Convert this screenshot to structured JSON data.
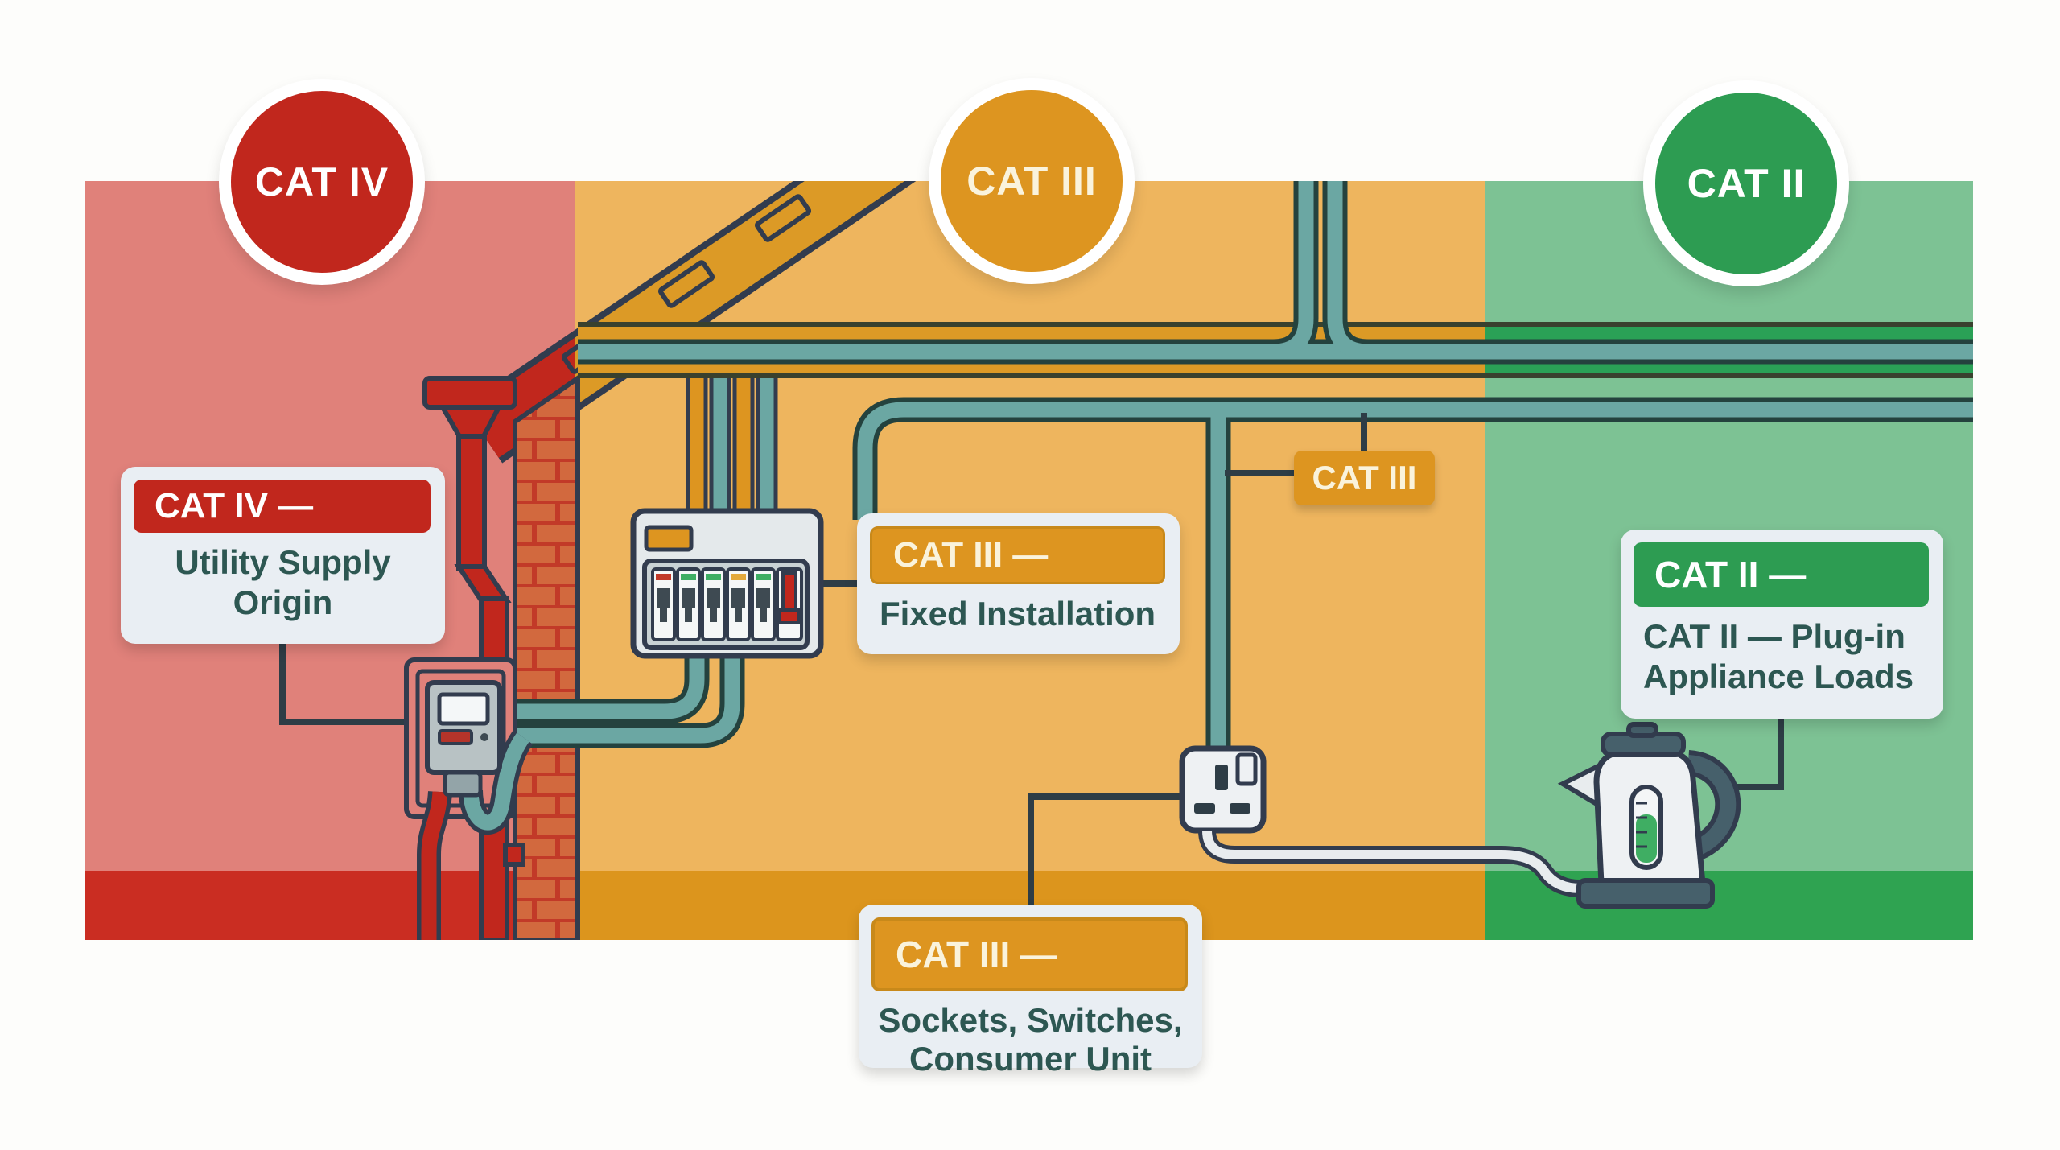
{
  "title": "Electrical measurement category zones (CAT IV / CAT III / CAT II) house diagram",
  "badges": [
    {
      "id": "cat4",
      "label": "CAT IV"
    },
    {
      "id": "cat3",
      "label": "CAT III"
    },
    {
      "id": "cat2",
      "label": "CAT II"
    }
  ],
  "cards": {
    "cat4": {
      "header": "CAT IV —",
      "line1": "Utility Supply",
      "line2": "Origin"
    },
    "cat3": {
      "header": "CAT III —",
      "line1": "Fixed Installation"
    },
    "cat2": {
      "header": "CAT II —",
      "line1": "CAT II — Plug-in",
      "line2": "Appliance Loads"
    },
    "cat3b": {
      "header": "CAT III —",
      "line1": "Sockets, Switches,",
      "line2": "Consumer Unit"
    }
  },
  "tag": {
    "label": "CAT III"
  },
  "illustrations": [
    "cat4-badge",
    "cat3-badge",
    "cat2-badge",
    "roof",
    "brick-wall",
    "gutter-downpipe",
    "electric-meter",
    "consumer-unit",
    "circuit-breakers",
    "wall-socket",
    "kettle",
    "mains-wiring",
    "power-cord"
  ],
  "colors": {
    "zone-red": "#e0817a",
    "zone-orange": "#eeb55e",
    "zone-green": "#7dc294",
    "floor-red": "#ca2d22",
    "floor-orange": "#dc951d",
    "floor-green": "#2fa351",
    "accent-red": "#c1271d",
    "accent-orange": "#dd9520",
    "accent-green": "#2d9c52",
    "band-orange": "#dc9a26",
    "band-green": "#2aa156",
    "band-line": "#39412e",
    "card": "#e9eef3",
    "ink": "#2d5752",
    "cream": "#faf3dc",
    "outline": "#323c4e",
    "wire": "#6ba7a3",
    "wire-outline": "#24423e",
    "connector": "#2e3d46",
    "brick": "#d2693e",
    "mortar": "#c23a28",
    "metal": "#b8c2c4",
    "panel": "#c9d2d4",
    "unit-body": "#e4e9eb",
    "white-ill": "#eef1f3",
    "kettle-dark": "#46606b",
    "water": "#3fae63",
    "cord": "#e8ecee"
  }
}
